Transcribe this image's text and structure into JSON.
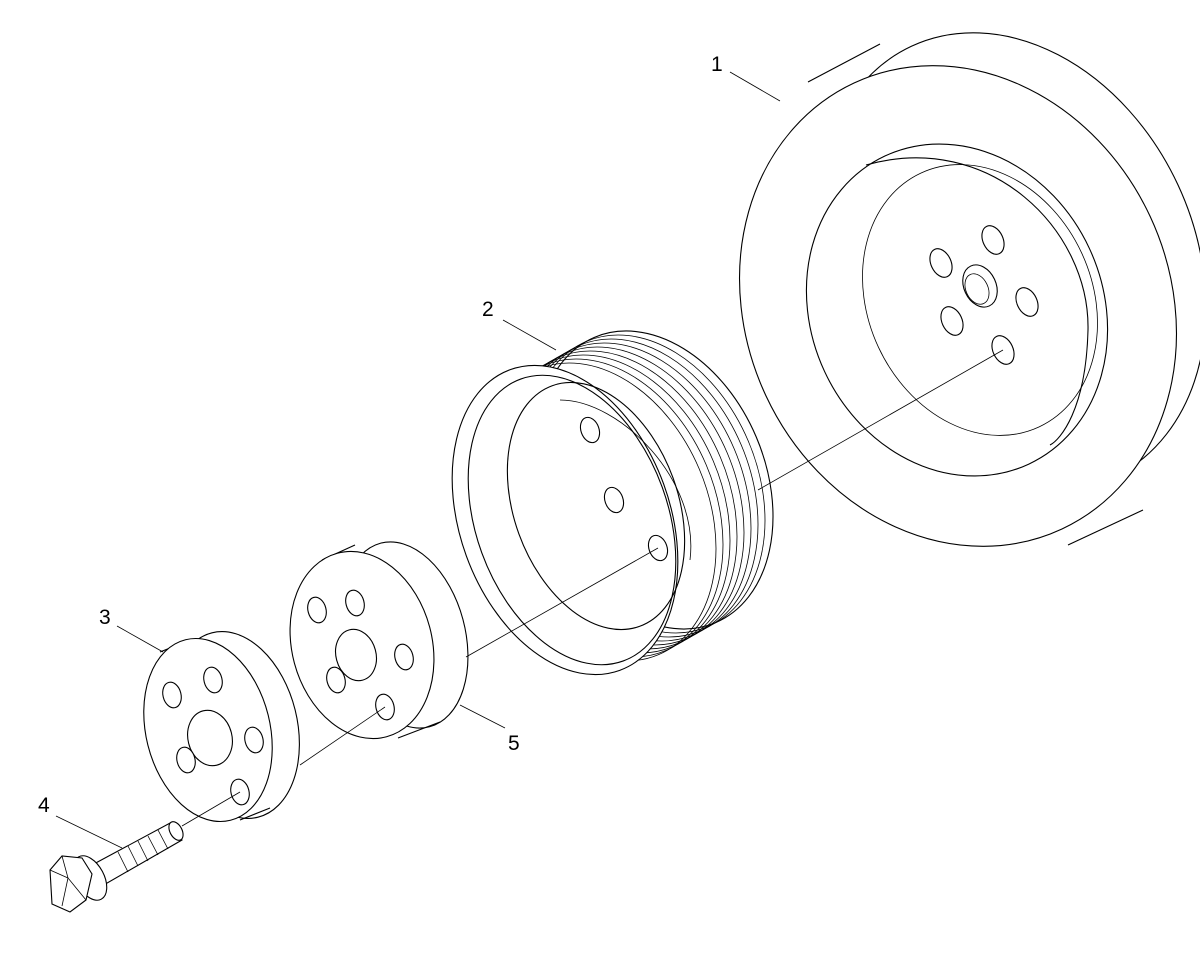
{
  "diagram": {
    "callouts": [
      {
        "id": "1",
        "label": "1"
      },
      {
        "id": "2",
        "label": "2"
      },
      {
        "id": "3",
        "label": "3"
      },
      {
        "id": "4",
        "label": "4"
      },
      {
        "id": "5",
        "label": "5"
      }
    ],
    "parts": [
      {
        "callout": "1",
        "icon": "damper-pulley-icon"
      },
      {
        "callout": "2",
        "icon": "ribbed-belt-pulley-icon"
      },
      {
        "callout": "3",
        "icon": "washer-plate-icon"
      },
      {
        "callout": "4",
        "icon": "hex-flange-bolt-icon"
      },
      {
        "callout": "5",
        "icon": "spacer-hub-icon"
      }
    ],
    "line_color": "#000000",
    "background_color": "#ffffff"
  }
}
